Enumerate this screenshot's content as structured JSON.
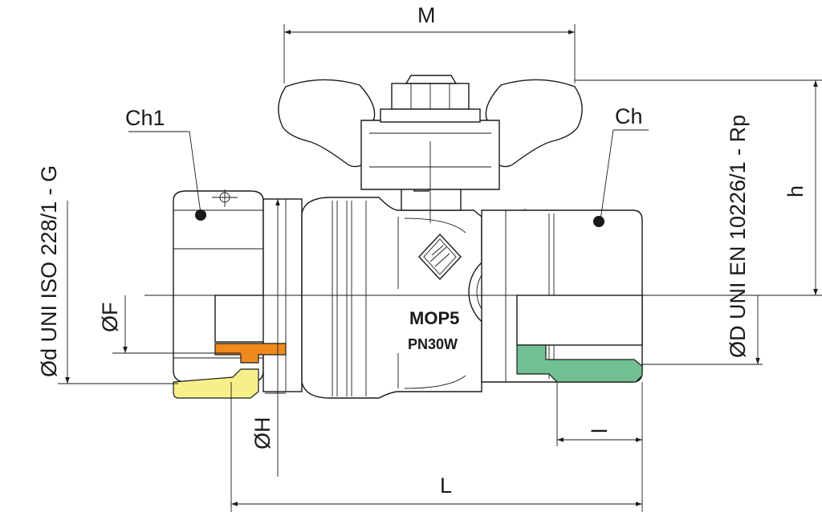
{
  "labels": {
    "M": "M",
    "Ch1": "Ch1",
    "Ch": "Ch",
    "h": "h",
    "F": "ØF",
    "H": "ØH",
    "L": "L",
    "l": "l",
    "d_spec": "Ød UNI ISO 228/1 - G",
    "D_spec": "ØD UNI EN 10226/1 - Rp"
  },
  "body_marking": {
    "line1": "MOP5",
    "line2": "PN30W"
  },
  "colors": {
    "orange_seal": "#f08a1e",
    "yellow_nut": "#f7ef8a",
    "green_thread": "#72bf94",
    "line": "#1a1a1a"
  }
}
